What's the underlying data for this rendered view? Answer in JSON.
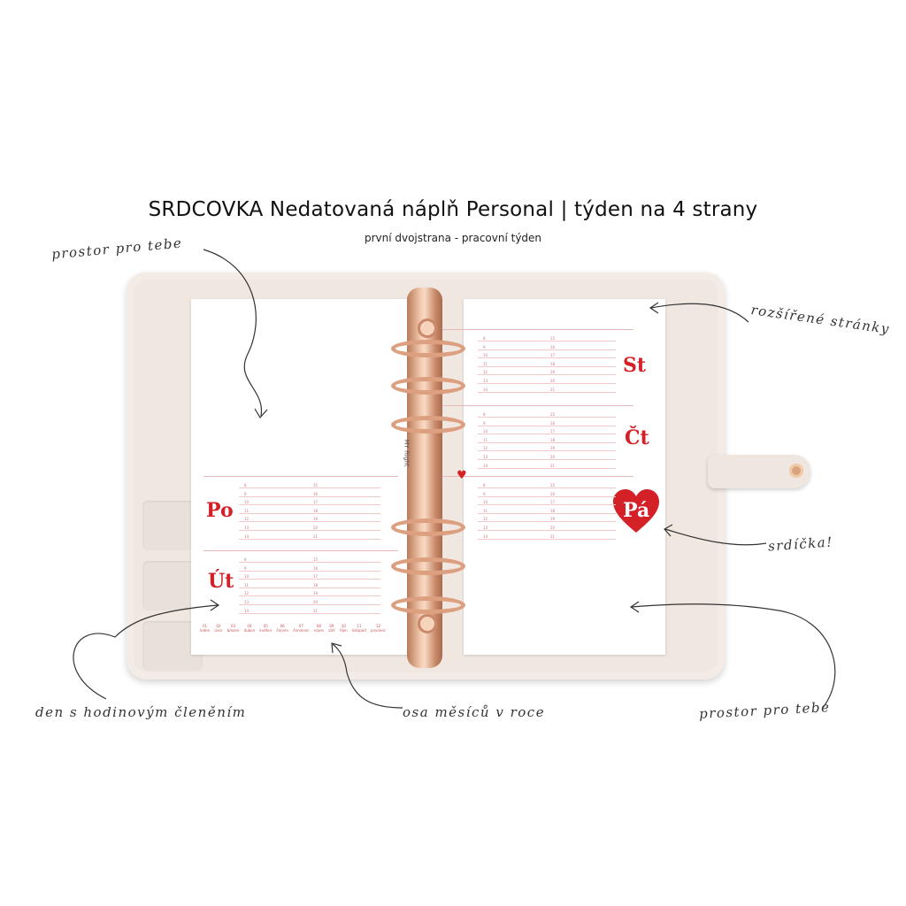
{
  "header": {
    "title": "SRDCOVKA Nedatovaná náplň Personal | týden na 4 strany",
    "subtitle": "první dvojstrana - pracovní týden"
  },
  "annotations": {
    "space_top_left": "prostor pro tebe",
    "extended_pages": "rozšířené stránky",
    "hearts": "srdíčka!",
    "day_hours": "den s hodinovým členěním",
    "month_axis": "osa měsíců v roce",
    "space_bottom_right": "prostor pro tebe"
  },
  "planner": {
    "days_left": [
      "Po",
      "Út"
    ],
    "days_right": [
      "St",
      "Čt",
      "Pá"
    ],
    "hours_a": [
      "8",
      "9",
      "10",
      "11",
      "12",
      "13",
      "14"
    ],
    "hours_b": [
      "15",
      "16",
      "17",
      "18",
      "19",
      "20",
      "21"
    ],
    "months": [
      {
        "num": "01",
        "name": "leden"
      },
      {
        "num": "02",
        "name": "únor"
      },
      {
        "num": "03",
        "name": "březen"
      },
      {
        "num": "04",
        "name": "duben"
      },
      {
        "num": "05",
        "name": "květen"
      },
      {
        "num": "06",
        "name": "červen"
      },
      {
        "num": "07",
        "name": "červenec"
      },
      {
        "num": "08",
        "name": "srpen"
      },
      {
        "num": "09",
        "name": "září"
      },
      {
        "num": "10",
        "name": "říjen"
      },
      {
        "num": "11",
        "name": "listopad"
      },
      {
        "num": "12",
        "name": "prosinec"
      }
    ],
    "brand": "MY Right"
  },
  "colors": {
    "accent_red": "#d42027",
    "binder": "#f3ebe6",
    "rings": "#dca081"
  }
}
